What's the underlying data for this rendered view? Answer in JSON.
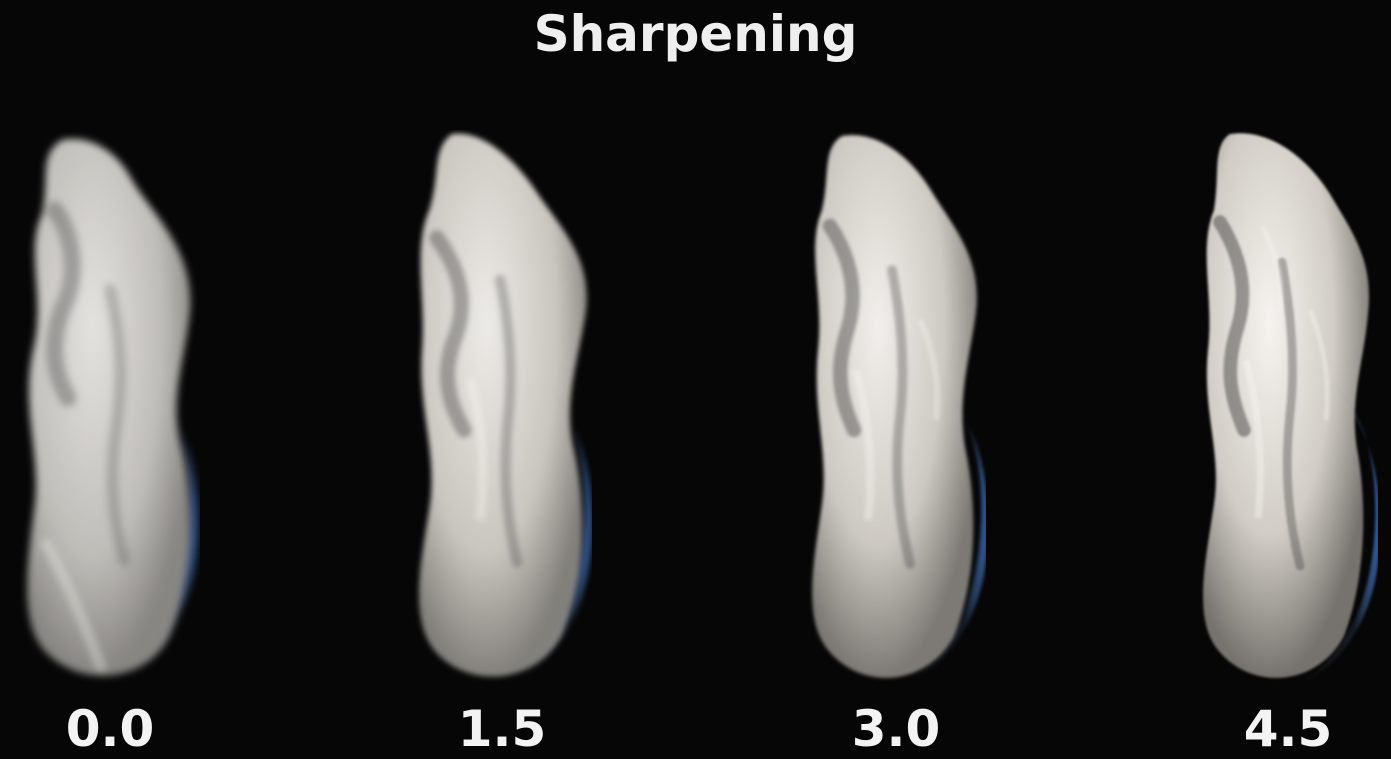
{
  "title": "Sharpening",
  "panels": [
    {
      "label": "0.0"
    },
    {
      "label": "1.5"
    },
    {
      "label": "3.0"
    },
    {
      "label": "4.5"
    }
  ],
  "colors": {
    "background": "#060607",
    "smoke": "#d9d7d3",
    "rim": "#3b6db4"
  }
}
